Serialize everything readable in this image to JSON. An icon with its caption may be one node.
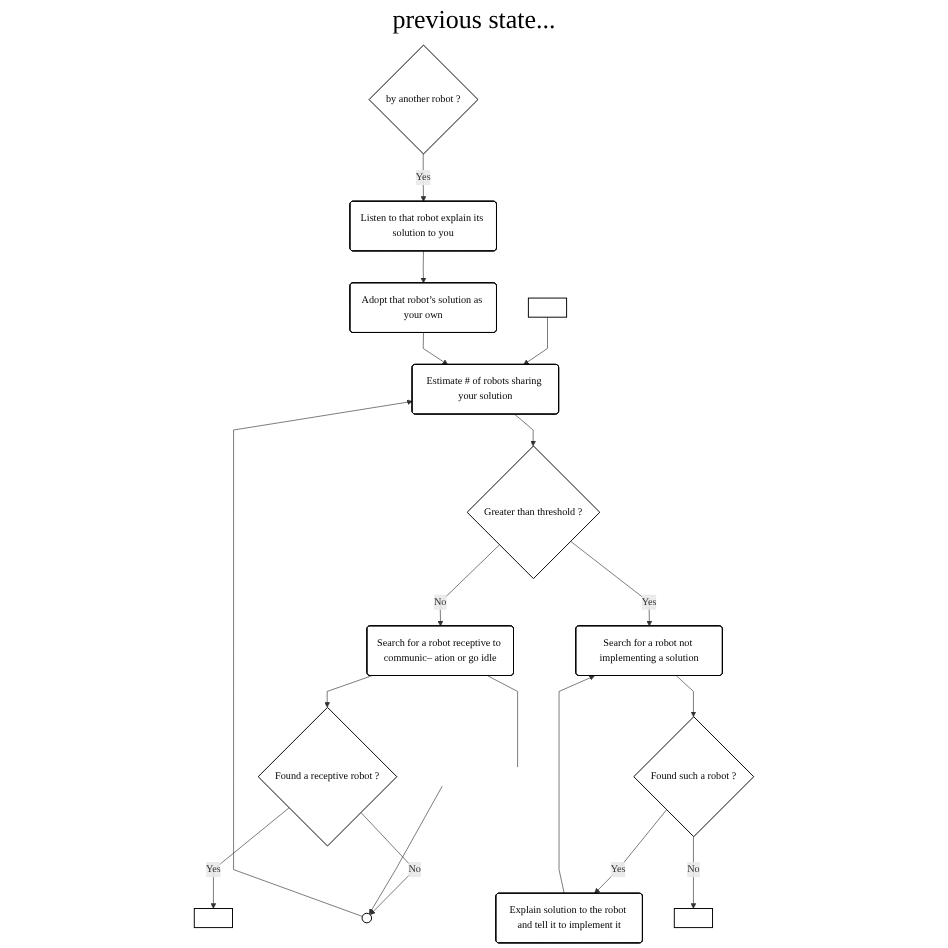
{
  "diagram": {
    "nodes": [
      {
        "text": [],
        "shape": "box"
      },
      {
        "text": [
          "by another robot ?"
        ]
      },
      {
        "text": [
          "Estimate # of robots sharing your solution"
        ]
      },
      {
        "text": [
          "Greater than threshold ?"
        ]
      },
      {
        "text": [
          "Listen to that robot explain its solution to you"
        ]
      },
      {
        "text": [
          "Adopt that robot’s solution as your own"
        ]
      },
      {
        "text": [
          "Search for a robot receptive to communic– ation or go idle"
        ]
      },
      {
        "text": [
          "Search for a robot not implementing a solution"
        ]
      },
      {
        "text": [
          "Found a receptive robot ?"
        ]
      },
      {
        "text": [
          "Found such a robot ?"
        ]
      },
      {
        "text": [
          "Explain solution to the robot and tell it to implement it"
        ]
      },
      {
        "text": [],
        "shape": "circle"
      },
      {
        "text": [],
        "shape": "box"
      },
      {
        "text": [],
        "shape": "box"
      }
    ],
    "edges": [
      {
        "from": 0,
        "to": 2,
        "arrow": "to"
      },
      {
        "from": 1,
        "to": 4,
        "arrow": "to",
        "label": "Yes"
      },
      {
        "from": 4,
        "to": 5,
        "arrow": "to"
      },
      {
        "from": 5,
        "to": 2,
        "arrow": "to"
      },
      {
        "from": 2,
        "to": 3,
        "arrow": "to"
      },
      {
        "from": 3,
        "to": 6,
        "arrow": "to",
        "label": "No"
      },
      {
        "from": 3,
        "to": 7,
        "arrow": "to",
        "label": "Yes"
      },
      {
        "from": 6,
        "to": 8,
        "arrow": "to"
      },
      {
        "from": 8,
        "to": 11,
        "arrow": "to",
        "label": "No"
      },
      {
        "from": 8,
        "to": 12,
        "arrow": "to",
        "label": "Yes"
      },
      {
        "from": 7,
        "to": 9,
        "arrow": "to"
      },
      {
        "from": 9,
        "to": 10,
        "arrow": "to",
        "label": "Yes"
      },
      {
        "from": 9,
        "to": 13,
        "arrow": "to",
        "label": "No"
      },
      {
        "from": 10,
        "to": 7,
        "arrow": "to"
      },
      {
        "from": 11,
        "to": 2,
        "arrow": "to"
      },
      {
        "from": null,
        "to": 11,
        "arrow": "to"
      },
      {
        "from": 6,
        "to": null,
        "arrow": "none"
      }
    ],
    "labels": [
      "previous state..."
    ]
  }
}
